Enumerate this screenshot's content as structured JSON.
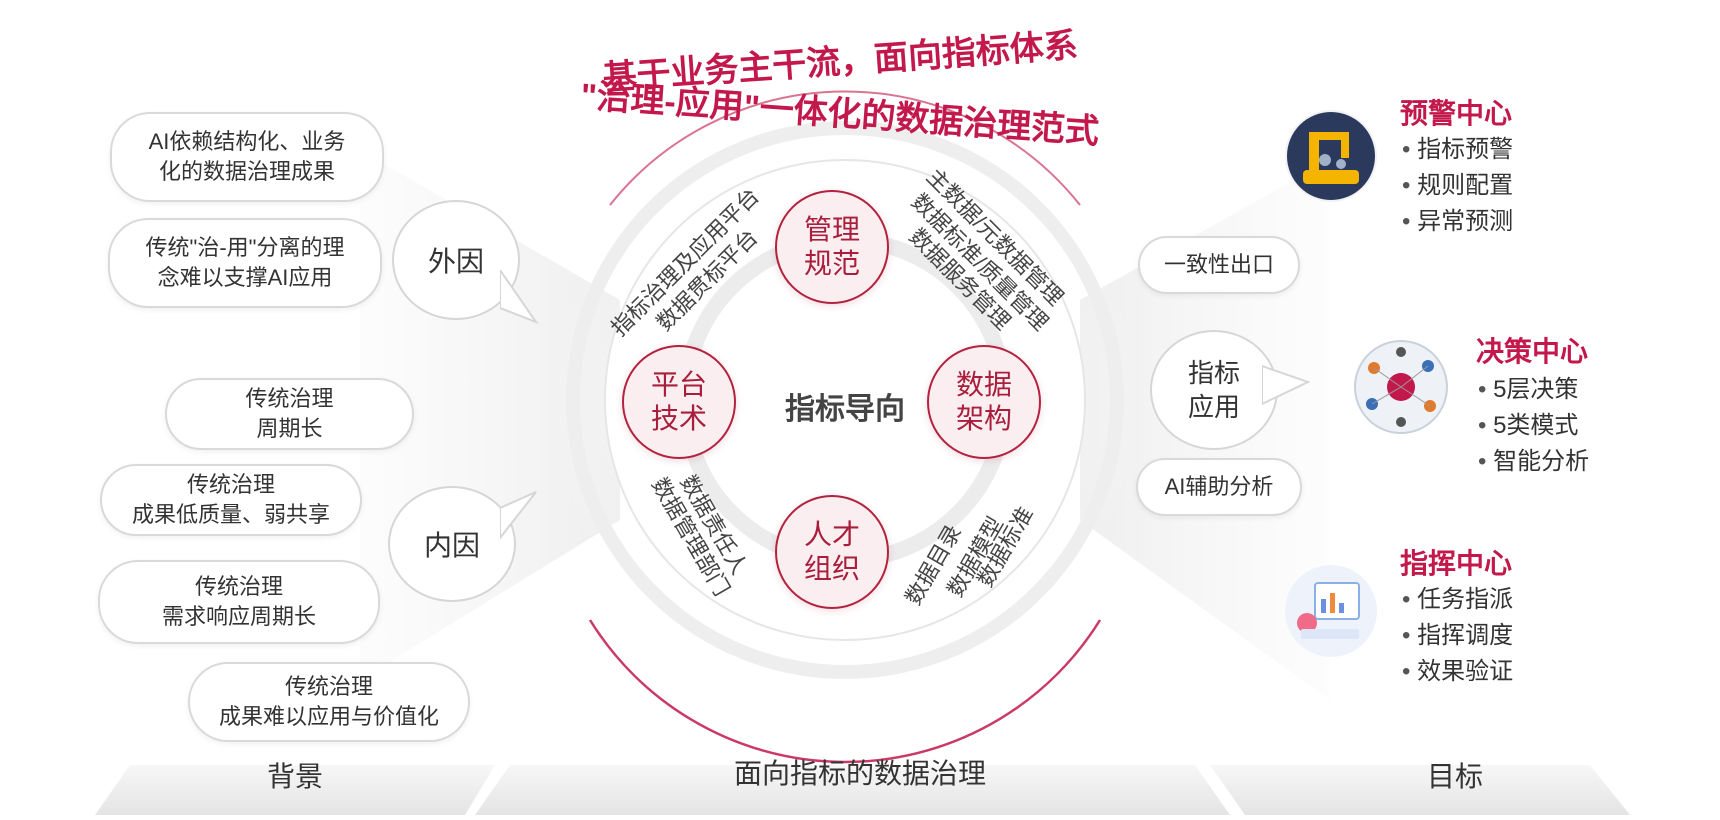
{
  "header": {
    "line1": "基于业务主干流，面向指标体系",
    "line2": "\"治理-应用\"一体化的数据治理范式"
  },
  "background": {
    "external": {
      "label": "外因",
      "items": [
        "AI依赖结构化、业务\n化的数据治理成果",
        "传统\"治-用\"分离的理\n念难以支撑AI应用"
      ]
    },
    "internal": {
      "label": "内因",
      "items": [
        "传统治理\n周期长",
        "传统治理\n成果低质量、弱共享",
        "传统治理\n需求响应周期长",
        "传统治理\n成果难以应用与价值化"
      ]
    }
  },
  "center": {
    "core": "指标导向",
    "nodes": {
      "top": "管理\n规范",
      "right": "数据\n架构",
      "bottom": "人才\n组织",
      "left": "平台\n技术"
    },
    "arcs": {
      "top_left_1": "指标治理及应用平台",
      "top_left_2": "数据贯标平台",
      "top_right_1": "主数据/元数据管理",
      "top_right_2": "数据标准/质量管理",
      "top_right_3": "数据服务管理",
      "bottom_right_1": "数据标准",
      "bottom_right_2": "数据模型",
      "bottom_right_3": "数据目录",
      "bottom_left_1": "数据管理部门",
      "bottom_left_2": "数据责任人"
    }
  },
  "application": {
    "label": "指标\n应用",
    "items": [
      "一致性出口",
      "AI辅助分析"
    ]
  },
  "goals": [
    {
      "title": "预警中心",
      "items": [
        "指标预警",
        "规则配置",
        "异常预测"
      ],
      "icon": "robot-arm-icon"
    },
    {
      "title": "决策中心",
      "items": [
        "5层决策",
        "5类模式",
        "智能分析"
      ],
      "icon": "network-globe-icon"
    },
    {
      "title": "指挥中心",
      "items": [
        "任务指派",
        "指挥调度",
        "效果验证"
      ],
      "icon": "dashboard-icon"
    }
  ],
  "base": {
    "left": "背景",
    "center": "面向指标的数据治理",
    "right": "目标"
  },
  "colors": {
    "accent": "#c2184b",
    "node_border": "#b3223f",
    "node_fill": "#fbeef1"
  }
}
